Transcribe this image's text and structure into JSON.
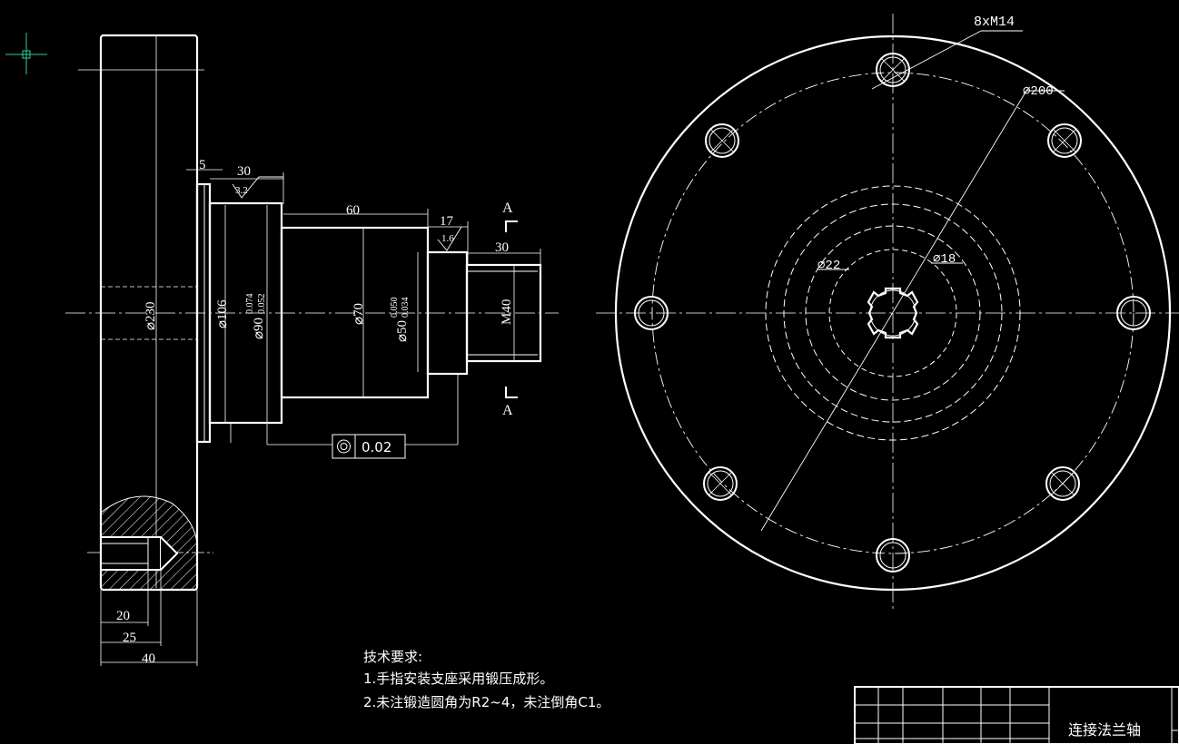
{
  "drawing": {
    "side_view": {
      "dim_top_5": "5",
      "dim_top_30": "30",
      "rough_32": "3.2",
      "dim_60": "60",
      "dim_17": "17",
      "rough_16": "1.6",
      "dim_30b": "30",
      "dia_230": "⌀230",
      "dia_106": "⌀106",
      "dia_90": "⌀90",
      "tol_90_upper": "0.074",
      "tol_90_lower": "0.052",
      "dia_70": "⌀70",
      "dia_50": "⌀50",
      "tol_50_upper": "0.050",
      "tol_50_lower": "0.034",
      "thread_m40": "M40",
      "dim_20": "20",
      "dim_25": "25",
      "dim_40": "40",
      "section_label_top": "A",
      "section_label_bottom": "A",
      "tolerance_value": "0.02",
      "tolerance_symbol": "concentricity-icon"
    },
    "front_view": {
      "holes_label": "8xM14",
      "dia_200": "⌀200",
      "dia_22": "⌀22",
      "dia_18": "⌀18"
    },
    "notes": {
      "title": "技术要求:",
      "line1": "1.手指安装支座采用锻压成形。",
      "line2": "2.未注锻造圆角为R2~4，未注倒角C1。"
    },
    "title_block": {
      "part_name": "连接法兰轴"
    }
  }
}
